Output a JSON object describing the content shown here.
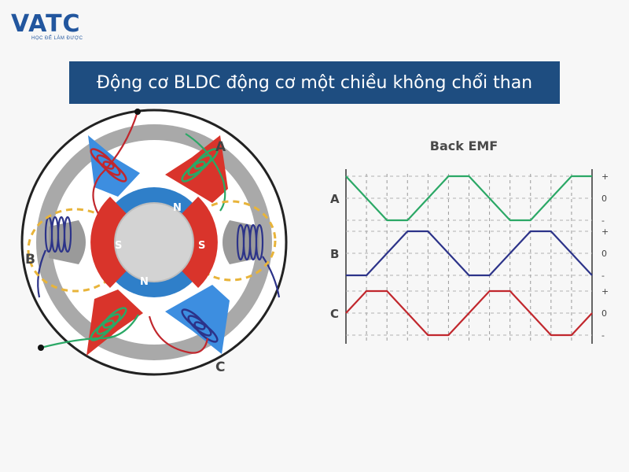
{
  "brand": {
    "name": "VATC",
    "tagline": "HỌC ĐỂ LÀM ĐƯỢC",
    "reg": "®"
  },
  "title": "Động cơ BLDC động cơ một chiều không chổi than",
  "motor": {
    "phase_labels": [
      "A",
      "B",
      "C"
    ],
    "pole_labels": {
      "north": "N",
      "south": "S"
    }
  },
  "colors": {
    "banner": "#1e4d80",
    "phase_a": "#2ba866",
    "phase_b": "#2c3389",
    "phase_c": "#c1272d",
    "magnet_north": "#1e88d4",
    "magnet_south": "#d9342b",
    "coil_core": "#3d8ee0"
  },
  "chart_data": {
    "type": "line",
    "title": "Back EMF",
    "x": [
      0,
      15,
      30,
      45,
      60,
      75,
      90,
      105,
      120,
      135,
      150,
      165,
      180
    ],
    "series": [
      {
        "name": "A",
        "values": [
          1,
          0,
          -1,
          -1,
          0,
          1,
          1,
          0,
          -1,
          -1,
          0,
          1,
          1
        ]
      },
      {
        "name": "B",
        "values": [
          -1,
          -1,
          0,
          1,
          1,
          0,
          -1,
          -1,
          0,
          1,
          1,
          0,
          -1
        ]
      },
      {
        "name": "C",
        "values": [
          0,
          1,
          1,
          0,
          -1,
          -1,
          0,
          1,
          1,
          0,
          -1,
          -1,
          0
        ]
      }
    ],
    "tick_labels": [
      "+",
      "0",
      "-"
    ],
    "ylim": [
      -1,
      1
    ],
    "grid": true
  }
}
